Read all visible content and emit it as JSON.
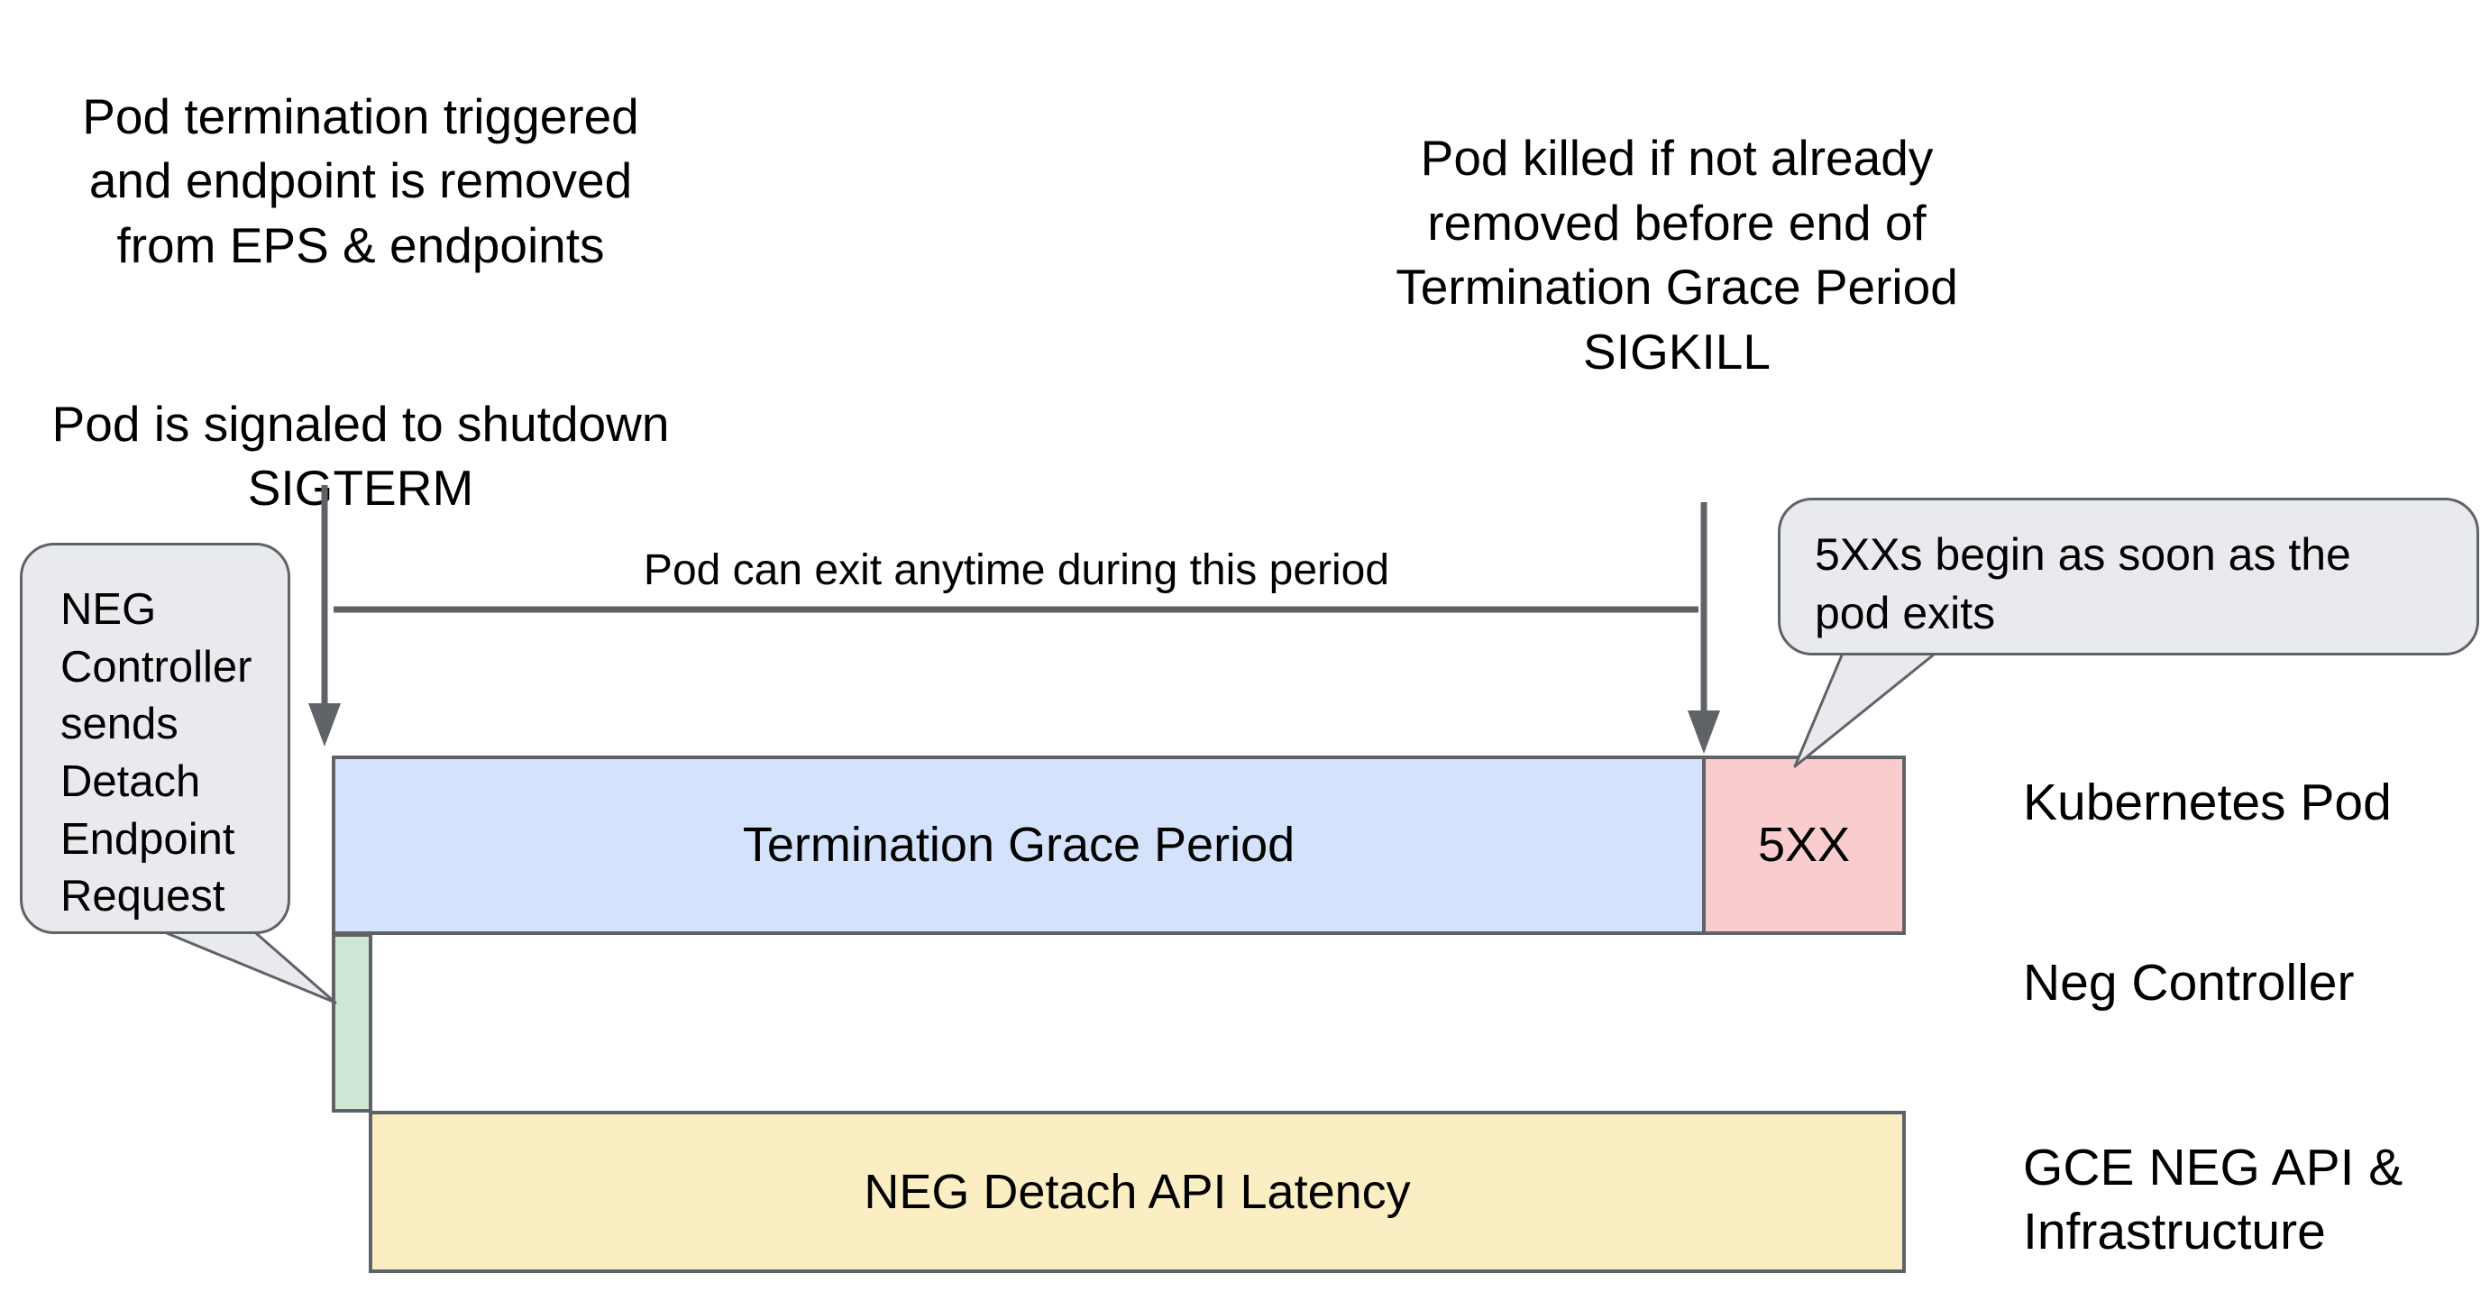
{
  "diagram": {
    "title_note_left": {
      "para1": "Pod termination triggered\nand endpoint is removed\nfrom EPS & endpoints",
      "para2": "Pod is signaled to shutdown\nSIGTERM"
    },
    "title_note_right": {
      "text": "Pod killed if not already\nremoved before end of\nTermination Grace Period\nSIGKILL"
    },
    "span_label": "Pod can exit anytime during this period",
    "bars": [
      {
        "id": "termination-grace-period",
        "label": "Termination Grace Period",
        "color": "#d4e3fb",
        "border": "#5f6368"
      },
      {
        "id": "5xx",
        "label": "5XX",
        "color": "#f9ccce",
        "border": "#5f6368"
      },
      {
        "id": "neg-detach-request",
        "label": "",
        "color": "#cfe8d5",
        "border": "#5f6368"
      },
      {
        "id": "neg-detach-api-latency",
        "label": "NEG Detach API Latency",
        "color": "#fbeec2",
        "border": "#5f6368"
      }
    ],
    "lanes": [
      {
        "id": "kubernetes-pod",
        "label": "Kubernetes Pod"
      },
      {
        "id": "neg-controller",
        "label": "Neg Controller"
      },
      {
        "id": "gce-neg-api",
        "label": "GCE NEG API &\nInfrastructure"
      }
    ],
    "callouts": [
      {
        "id": "neg-controller-detach",
        "text": "NEG\nController\nsends\nDetach\nEndpoint\nRequest",
        "fill": "#e8eaed",
        "stroke": "#5f6368"
      },
      {
        "id": "5xx-begin",
        "text": "5XXs begin as soon as the\npod exits",
        "fill": "#e8eaed",
        "stroke": "#5f6368"
      }
    ],
    "connectors": [
      {
        "id": "sigterm-arrow",
        "kind": "arrow-down",
        "stroke": "#5f6368"
      },
      {
        "id": "sigkill-arrow",
        "kind": "arrow-down",
        "stroke": "#5f6368"
      },
      {
        "id": "exit-window-line",
        "kind": "horizontal-line",
        "stroke": "#5f6368"
      }
    ]
  }
}
